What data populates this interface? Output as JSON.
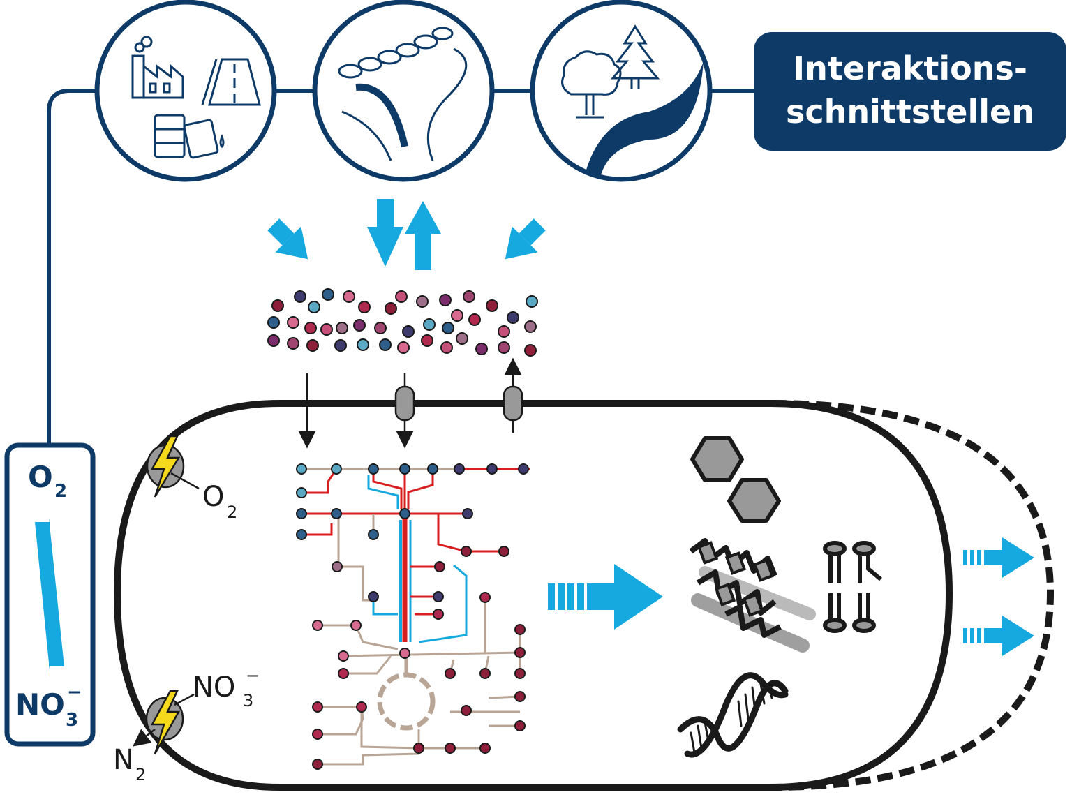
{
  "header_box": {
    "line1": "Interaktions-",
    "line2": "schnittstellen"
  },
  "side_panel": {
    "top_label": "O",
    "top_sub": "2",
    "bottom_label": "NO",
    "bottom_sup": "−",
    "bottom_sub": "3"
  },
  "cell_labels": {
    "o2_label": "O",
    "o2_sub": "2",
    "no3_label": "NO",
    "no3_sup": "−",
    "no3_sub": "3",
    "n2_label": "N",
    "n2_sub": "2"
  },
  "icons": [
    "industry-icon",
    "road-icon",
    "barrels-icon",
    "bacteria-icon",
    "tree-icon",
    "pine-icon",
    "lightning-icon",
    "benzene-icon",
    "protein-icon",
    "lipid-icon",
    "dna-icon"
  ],
  "colors": {
    "navy": "#0e3a68",
    "cyan": "#16a9df",
    "red": "#d81e1e",
    "tan": "#b8a595",
    "dark": "#1a1a1a",
    "yellow": "#f4d91c"
  },
  "metabolite_colors": [
    "#8e1f3a",
    "#3d3a6e",
    "#5aa8c4",
    "#2d5f8a",
    "#d96a8f",
    "#b02a4f",
    "#c44f78",
    "#9c6e88",
    "#7a2d6a",
    "#a04470"
  ]
}
